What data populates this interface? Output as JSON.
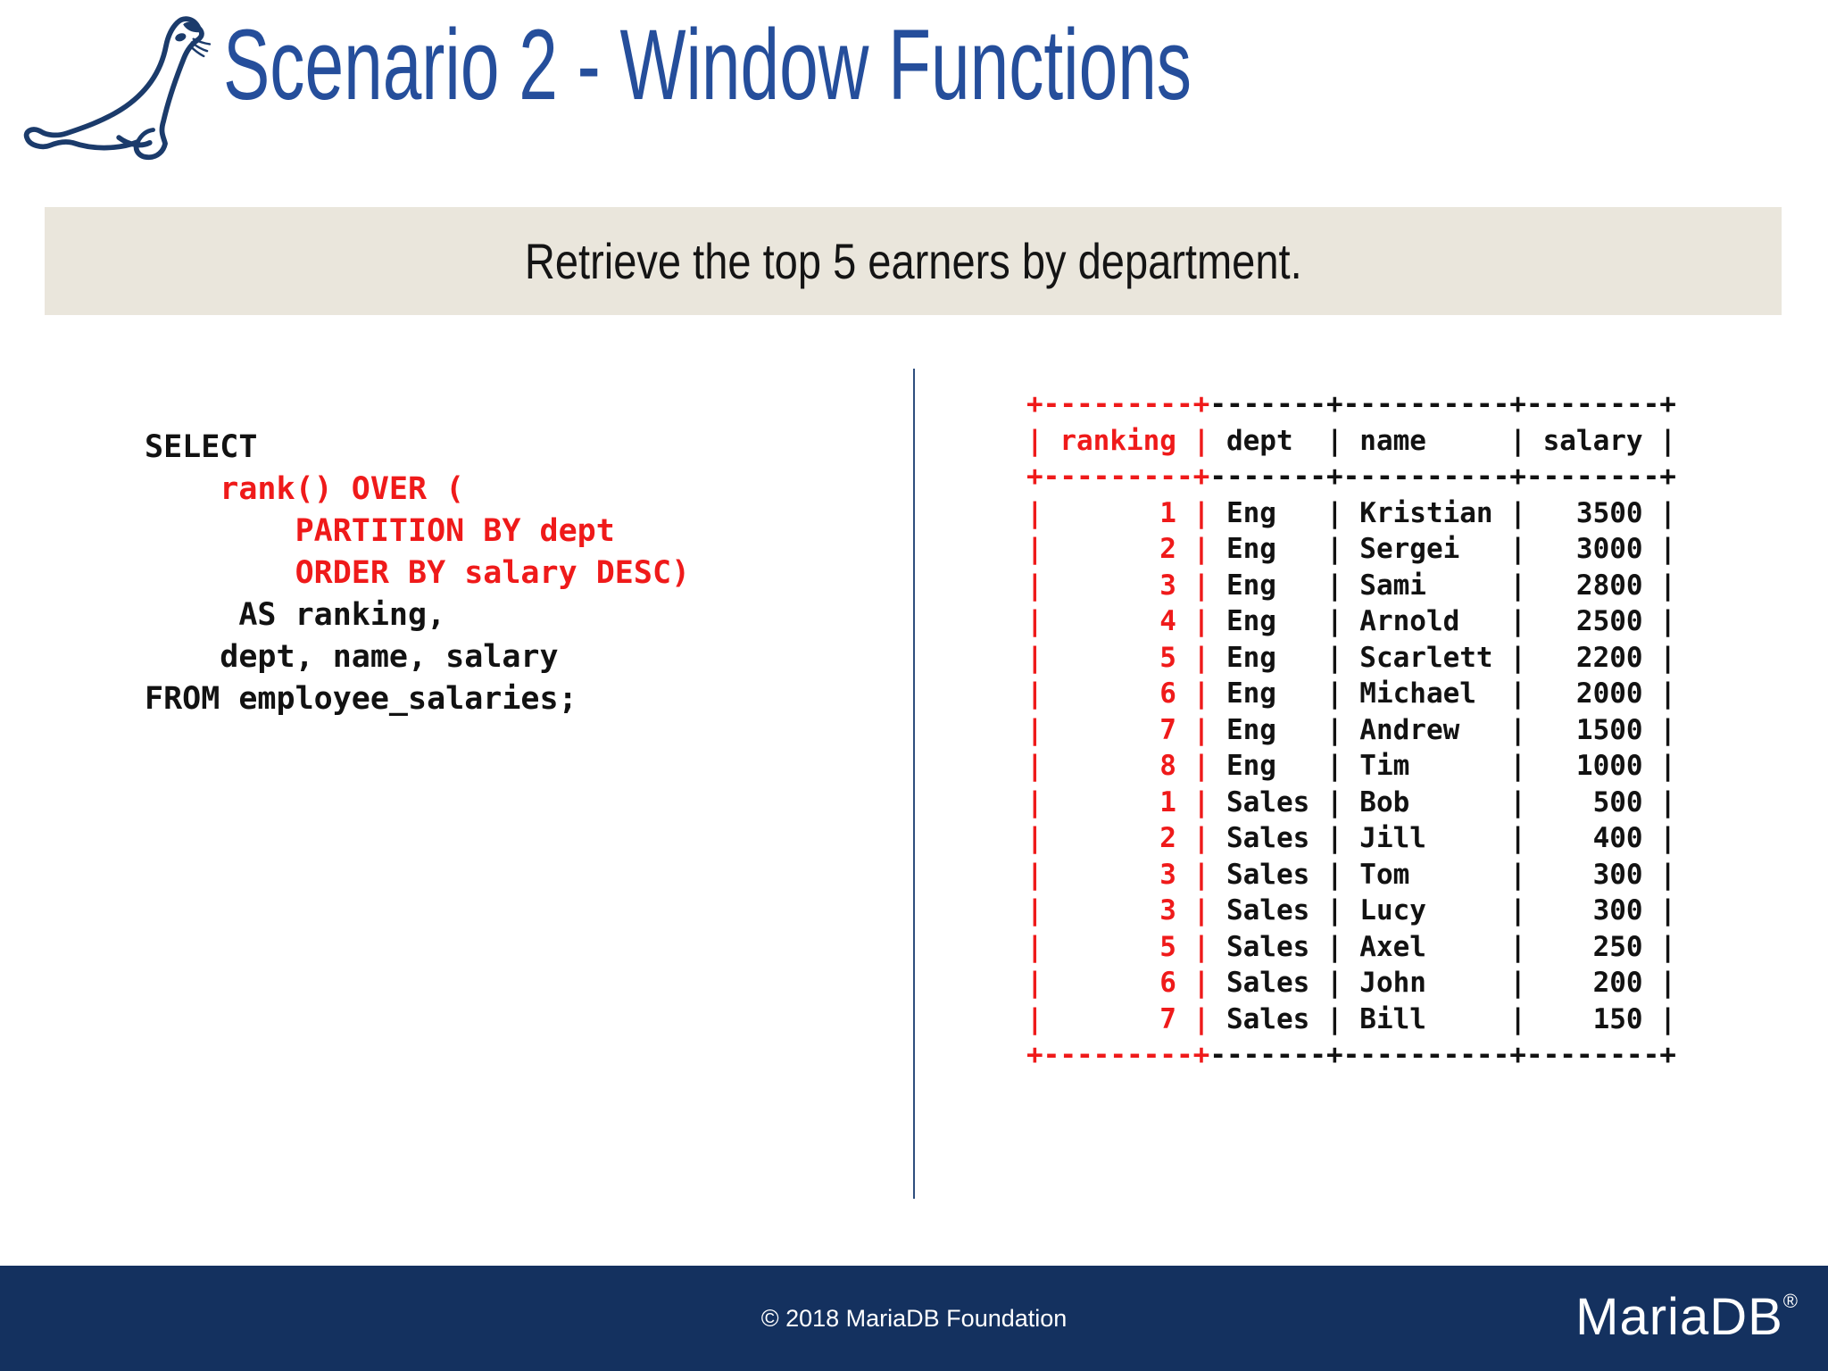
{
  "slide": {
    "title": "Scenario 2 - Window Functions",
    "subtitle": "Retrieve the top 5 earners by department.",
    "logo_icon": "mariadb-seal-icon",
    "footer": {
      "copyright": "© 2018 MariaDB Foundation",
      "brand": "MariaDB",
      "reg_mark": "®"
    }
  },
  "sql_code": {
    "lines": [
      {
        "text": "SELECT",
        "color": "black"
      },
      {
        "text": "    rank() OVER (",
        "color": "red"
      },
      {
        "text": "        PARTITION BY dept",
        "color": "red"
      },
      {
        "text": "        ORDER BY salary DESC)",
        "color": "red"
      },
      {
        "text": "     AS ranking,",
        "color": "black"
      },
      {
        "text": "    dept, name, salary",
        "color": "black"
      },
      {
        "text": "FROM employee_salaries;",
        "color": "black"
      }
    ]
  },
  "result_table": {
    "highlight_column": "ranking",
    "highlight_prefix_chars": 11,
    "columns": [
      {
        "label": "ranking",
        "width": 7,
        "align": "right"
      },
      {
        "label": "dept",
        "width": 5,
        "align": "left"
      },
      {
        "label": "name",
        "width": 8,
        "align": "left"
      },
      {
        "label": "salary",
        "width": 6,
        "align": "right"
      }
    ],
    "rows": [
      [
        "1",
        "Eng",
        "Kristian",
        "3500"
      ],
      [
        "2",
        "Eng",
        "Sergei",
        "3000"
      ],
      [
        "3",
        "Eng",
        "Sami",
        "2800"
      ],
      [
        "4",
        "Eng",
        "Arnold",
        "2500"
      ],
      [
        "5",
        "Eng",
        "Scarlett",
        "2200"
      ],
      [
        "6",
        "Eng",
        "Michael",
        "2000"
      ],
      [
        "7",
        "Eng",
        "Andrew",
        "1500"
      ],
      [
        "8",
        "Eng",
        "Tim",
        "1000"
      ],
      [
        "1",
        "Sales",
        "Bob",
        "500"
      ],
      [
        "2",
        "Sales",
        "Jill",
        "400"
      ],
      [
        "3",
        "Sales",
        "Tom",
        "300"
      ],
      [
        "3",
        "Sales",
        "Lucy",
        "300"
      ],
      [
        "5",
        "Sales",
        "Axel",
        "250"
      ],
      [
        "6",
        "Sales",
        "John",
        "200"
      ],
      [
        "7",
        "Sales",
        "Bill",
        "150"
      ]
    ]
  },
  "colors": {
    "title_blue": "#254E9B",
    "accent_red": "#EF1A1A",
    "footer_navy": "#14315F",
    "banner_beige": "#EAE6DC",
    "divider_blue": "#2E4E7E",
    "logo_navy": "#1B3B6B",
    "text_black": "#121212"
  }
}
